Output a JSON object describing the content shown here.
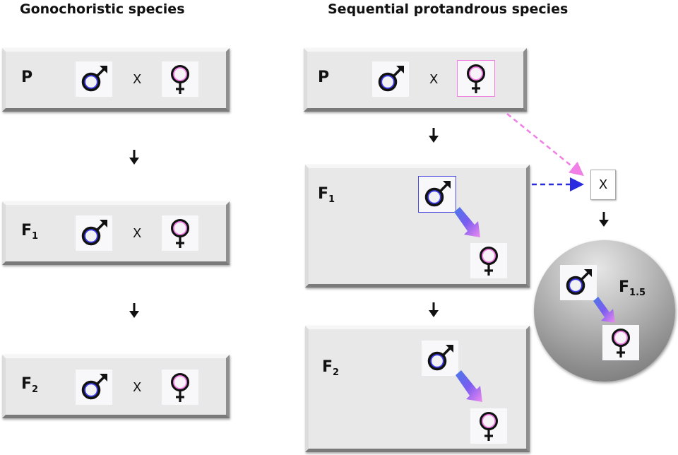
{
  "headings": {
    "left": "Gonochoristic species",
    "right": "Sequential protandrous species"
  },
  "generations": {
    "p": {
      "label": "P",
      "sub": ""
    },
    "f1": {
      "label": "F",
      "sub": "1"
    },
    "f2": {
      "label": "F",
      "sub": "2"
    },
    "f15": {
      "label": "F",
      "sub": "1.5"
    }
  },
  "cross_symbol": "X",
  "icons": {
    "male": "male-symbol-icon",
    "female": "female-symbol-icon",
    "sex_change_arrow": "gradient-arrow-icon",
    "down_arrow": "down-arrow-icon"
  },
  "colors": {
    "male_ring": "#3a3ae8",
    "female_ring": "#f07fe6",
    "pink_dashed": "#f07fe6",
    "blue_dashed": "#2a2ae0",
    "box_fill": "#e8e8e8"
  }
}
